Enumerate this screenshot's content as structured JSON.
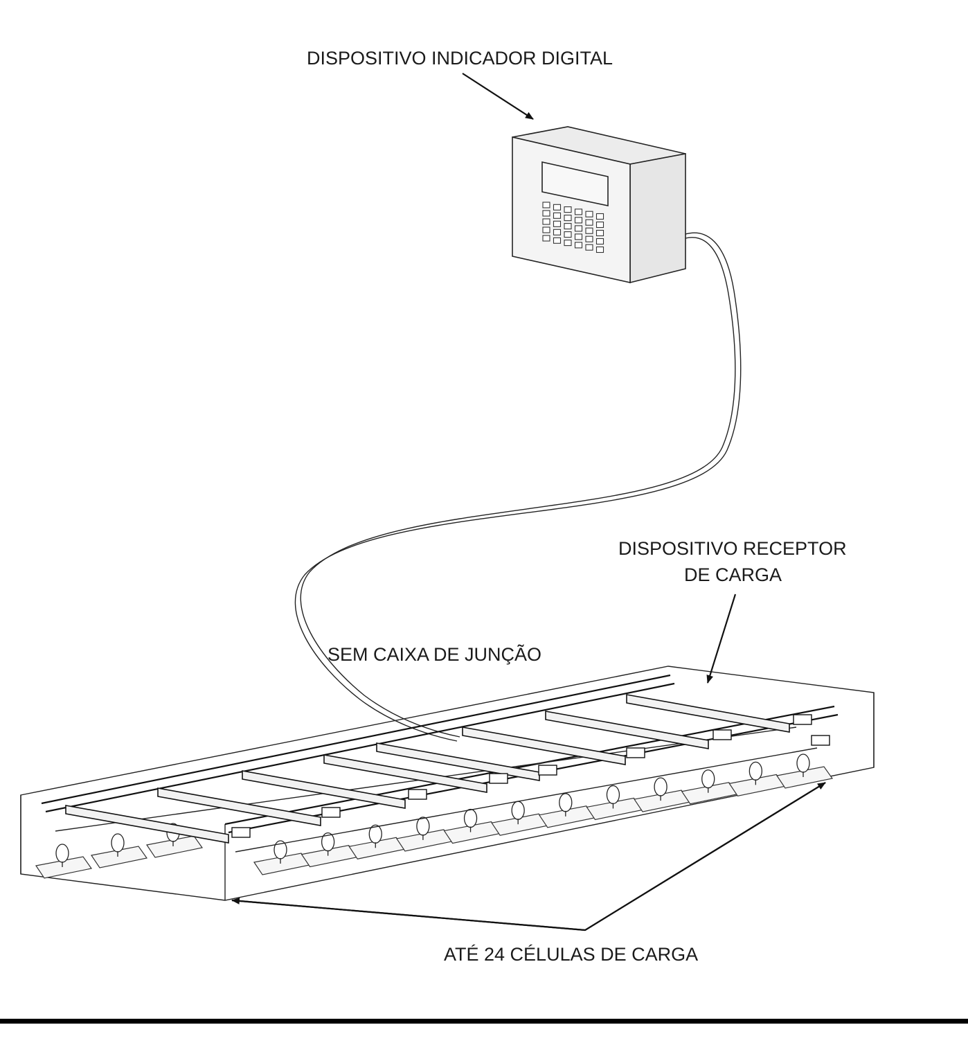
{
  "labels": {
    "indicator": "DISPOSITIVO INDICADOR DIGITAL",
    "receptor_line1": "DISPOSITIVO RECEPTOR",
    "receptor_line2": "DE CARGA",
    "junction": "SEM CAIXA DE JUNÇÃO",
    "load_cells": "ATÉ 24 CÉLULAS DE CARGA"
  },
  "colors": {
    "line": "#222222",
    "box_front": "#f4f4f4",
    "box_side": "#e6e6e6",
    "box_top": "#ececec",
    "frame_line": "#111111"
  }
}
